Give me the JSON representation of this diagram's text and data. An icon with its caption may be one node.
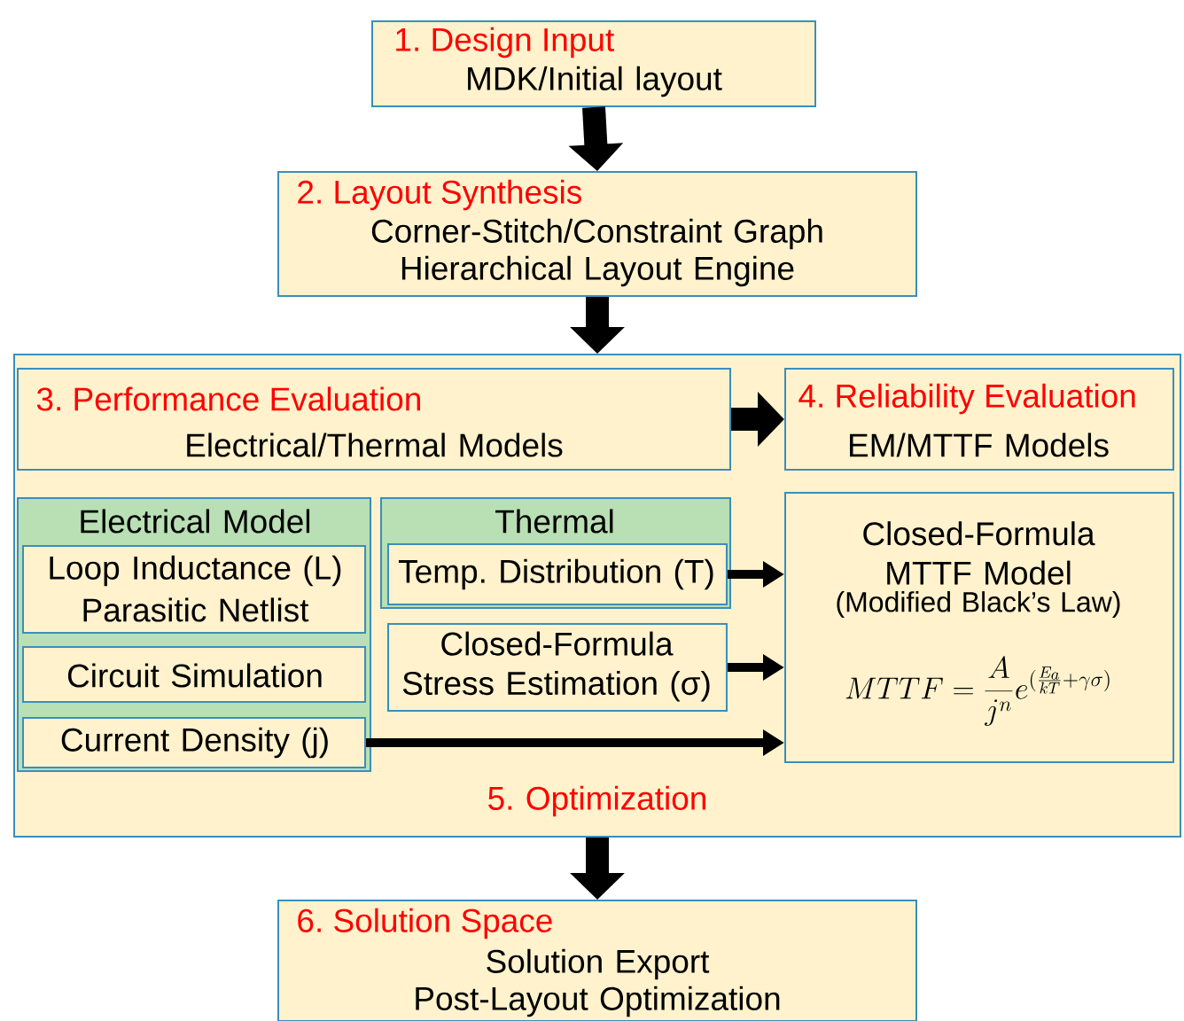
{
  "diagram": {
    "nodes": [
      {
        "text": [
          "1. Design Input",
          "MDK/Initial layout"
        ]
      },
      {
        "text": [
          "2. Layout Synthesis",
          "Corner-Stitch/Constraint Graph",
          "Hierarchical Layout Engine"
        ]
      },
      {
        "text": [
          "5. Optimization"
        ]
      },
      {
        "text": [
          "3. Performance Evaluation",
          "Electrical/Thermal Models"
        ],
        "in": 2
      },
      {
        "text": [
          "4. Reliability Evaluation",
          "EM/MTTF Models"
        ],
        "in": 2
      },
      {
        "text": [
          "Electrical Model"
        ],
        "in": 2
      },
      {
        "text": [
          "Loop Inductance (L)",
          "Parasitic Netlist"
        ],
        "in": 5
      },
      {
        "text": [
          "Circuit Simulation"
        ],
        "in": 5
      },
      {
        "text": [
          "Current Density (j)"
        ],
        "in": 5
      },
      {
        "text": [
          "Thermal"
        ],
        "in": 2
      },
      {
        "text": [
          "Temp. Distribution (T)"
        ],
        "in": 9
      },
      {
        "text": [
          "Closed-Formula Stress Estimation (σ)"
        ],
        "in": 2
      },
      {
        "text": [
          "Closed-Formula MTTF Model",
          "(Modified Black’s Law)",
          "MTTF=\\frac{A}{j^{n}}e^{(\\frac{E_a}{kT}+\\gamma\\sigma)}"
        ],
        "in": 2
      },
      {
        "text": [
          "6. Solution Space",
          "Solution Export",
          "Post-Layout Optimization"
        ]
      }
    ],
    "edges": [
      {
        "from": 0,
        "to": 1,
        "arrow": "to"
      },
      {
        "from": 1,
        "to": 2,
        "arrow": "to"
      },
      {
        "from": 3,
        "to": 4,
        "arrow": "to"
      },
      {
        "from": 10,
        "to": 12,
        "arrow": "to"
      },
      {
        "from": 11,
        "to": 12,
        "arrow": "to"
      },
      {
        "from": 8,
        "to": 12,
        "arrow": "to"
      },
      {
        "from": 2,
        "to": 13,
        "arrow": "to"
      }
    ]
  }
}
